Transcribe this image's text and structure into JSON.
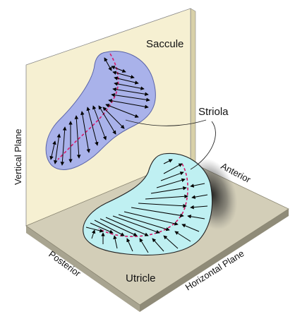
{
  "labels": {
    "saccule": "Saccule",
    "striola": "Striola",
    "anterior": "Anterior",
    "vertical_plane": "Vertical Plane",
    "posterior": "Posterior",
    "utricle": "Utricle",
    "horizontal_plane": "Horizontal Plane"
  },
  "colors": {
    "vertical_plane_face": "#f6f0d2",
    "vertical_plane_edge": "#d8d0a8",
    "horizontal_plane_top": "#d3ceb8",
    "horizontal_plane_front": "#a8a490",
    "horizontal_plane_side": "#8f8b78",
    "saccule_fill": "#a9b2ea",
    "utricle_fill": "#bff0f2",
    "striola_line": "#d61a6a",
    "arrow": "#000000"
  }
}
